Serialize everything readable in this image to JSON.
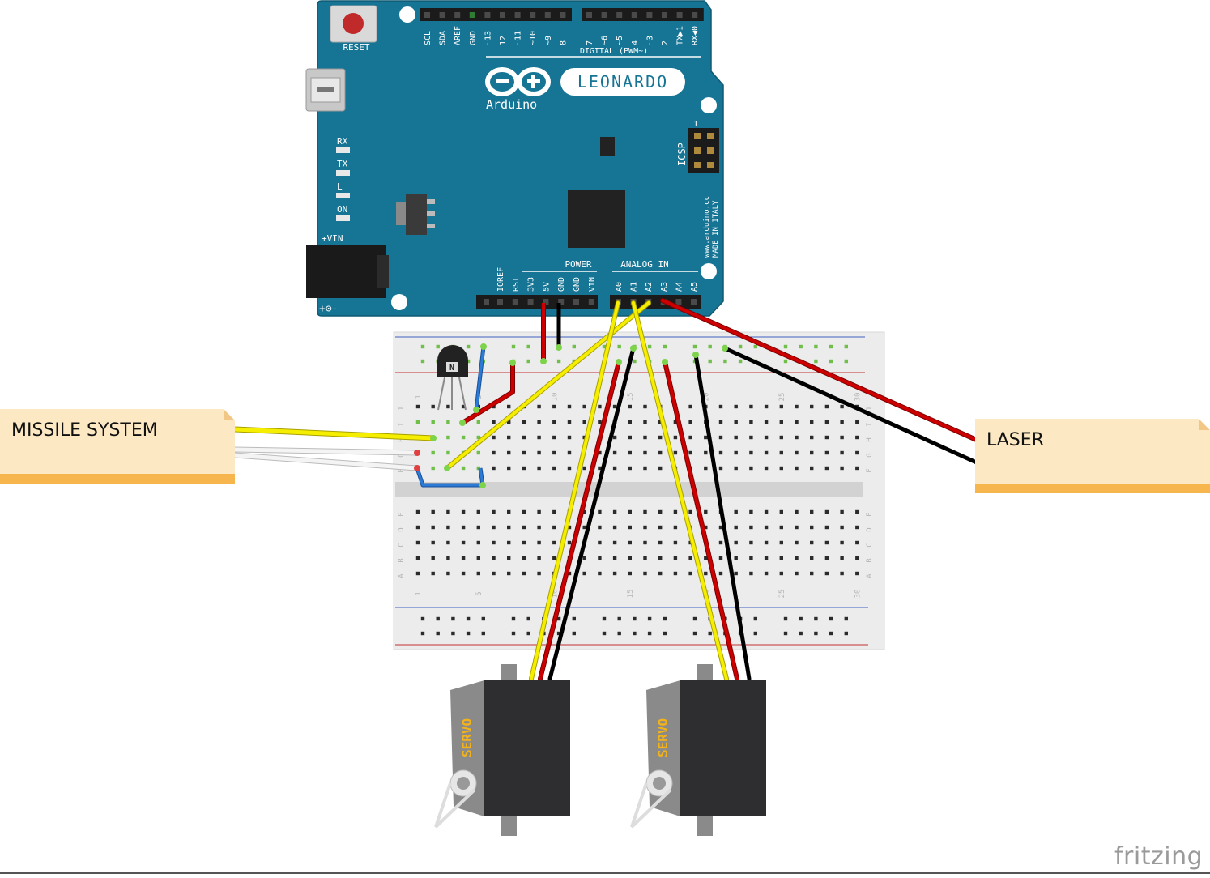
{
  "board": {
    "reset_label": "RESET",
    "brand": "Arduino",
    "model": "LEONARDO",
    "digital_label": "DIGITAL (PWM~)",
    "digital_pins_left": [
      "SCL",
      "SDA",
      "AREF",
      "GND",
      "~13",
      "12",
      "~11",
      "~10",
      "~9",
      "8"
    ],
    "digital_pins_right": [
      "7",
      "~6",
      "~5",
      "4",
      "~3",
      "2",
      "TX▶1",
      "RX◀0"
    ],
    "leds": [
      "RX",
      "TX",
      "L",
      "ON"
    ],
    "vin_label": "+VIN",
    "icsp_label": "ICSP",
    "icsp_pin1": "1",
    "website": "www.arduino.cc",
    "made_in": "MADE IN ITALY",
    "power_label": "POWER",
    "power_pins": [
      "IOREF",
      "RST",
      "3V3",
      "5V",
      "GND",
      "GND",
      "VIN"
    ],
    "analog_label": "ANALOG IN",
    "analog_pins": [
      "A0",
      "A1",
      "A2",
      "A3",
      "A4",
      "A5"
    ],
    "polarity": "+⊙-"
  },
  "breadboard": {
    "rows_top": [
      "J",
      "I",
      "H",
      "G",
      "F"
    ],
    "rows_bottom": [
      "E",
      "D",
      "C",
      "B",
      "A"
    ],
    "col_numbers": [
      "1",
      "5",
      "10",
      "15",
      "20",
      "25",
      "30"
    ]
  },
  "servos": [
    {
      "label": "SERVO"
    },
    {
      "label": "SERVO"
    }
  ],
  "notes": {
    "missile": "MISSILE SYSTEM",
    "laser": "LASER"
  },
  "watermark": "fritzing",
  "colors": {
    "board": "#167494",
    "breadboard": "#ececec",
    "wire_red": "#cc0000",
    "wire_black": "#111111",
    "wire_yellow": "#f5ee00",
    "wire_blue": "#2a7bd6",
    "note_fill": "#fde8c4",
    "note_bar": "#f7b54d",
    "servo_body": "#2e2d2f",
    "servo_text": "#f2b21b"
  }
}
